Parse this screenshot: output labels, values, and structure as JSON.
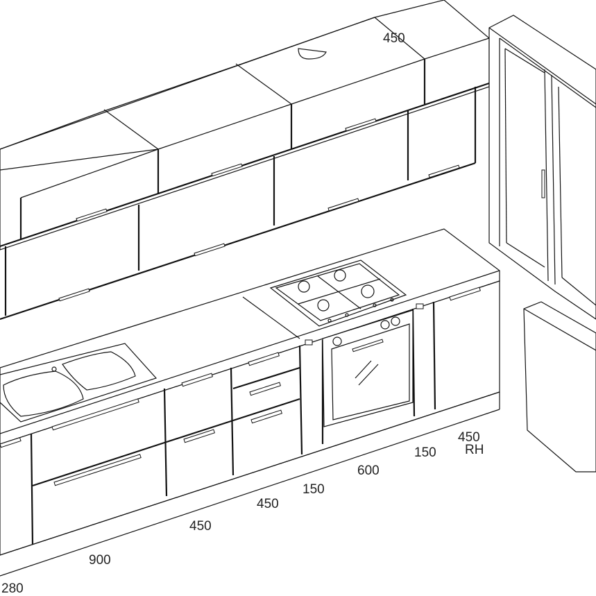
{
  "dimensions": {
    "top_wall_unit": "450",
    "tall_unit": "450",
    "tall_unit_side": "RH",
    "filler_right": "150",
    "oven_unit": "600",
    "filler_left": "150",
    "drawer_unit": "450",
    "door_unit": "450",
    "sink_unit": "900",
    "corner_unit": "280"
  }
}
